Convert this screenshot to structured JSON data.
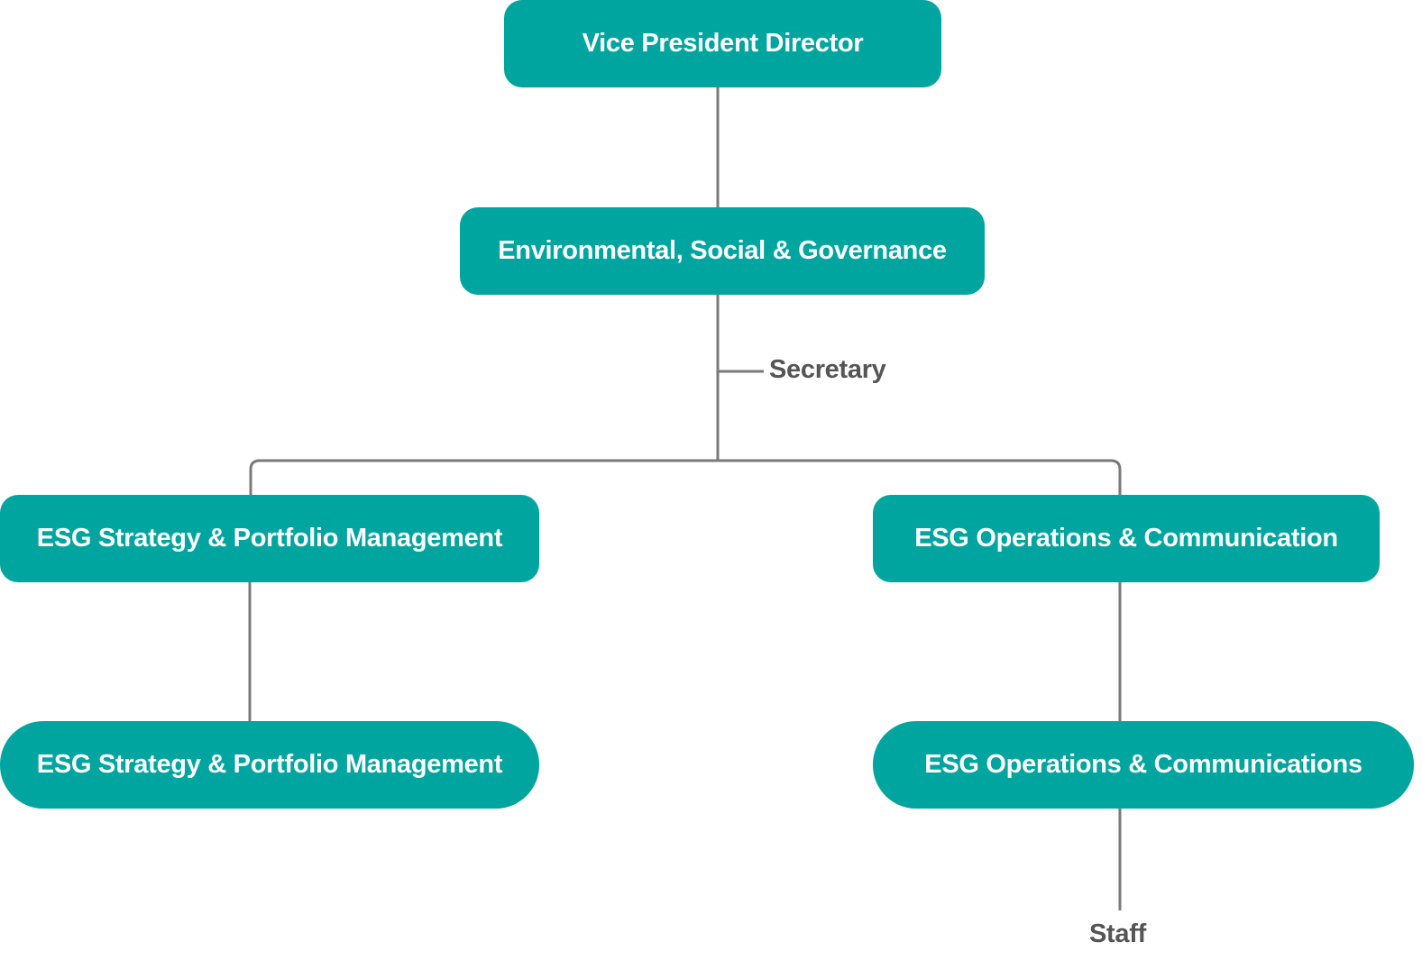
{
  "org_chart": {
    "nodes": {
      "vice_president": "Vice President Director",
      "esg": "Environmental, Social & Governance",
      "strategy_1": "ESG Strategy & Portfolio Management",
      "operations_1": "ESG Operations & Communication",
      "strategy_2": "ESG Strategy & Portfolio Management",
      "operations_2": "ESG Operations & Communications"
    },
    "labels": {
      "secretary": "Secretary",
      "staff": "Staff"
    }
  },
  "colors": {
    "node_fill": "#00a59f",
    "node_text": "#ffffff",
    "connector": "#7a7a7a",
    "label_text": "#555555"
  }
}
